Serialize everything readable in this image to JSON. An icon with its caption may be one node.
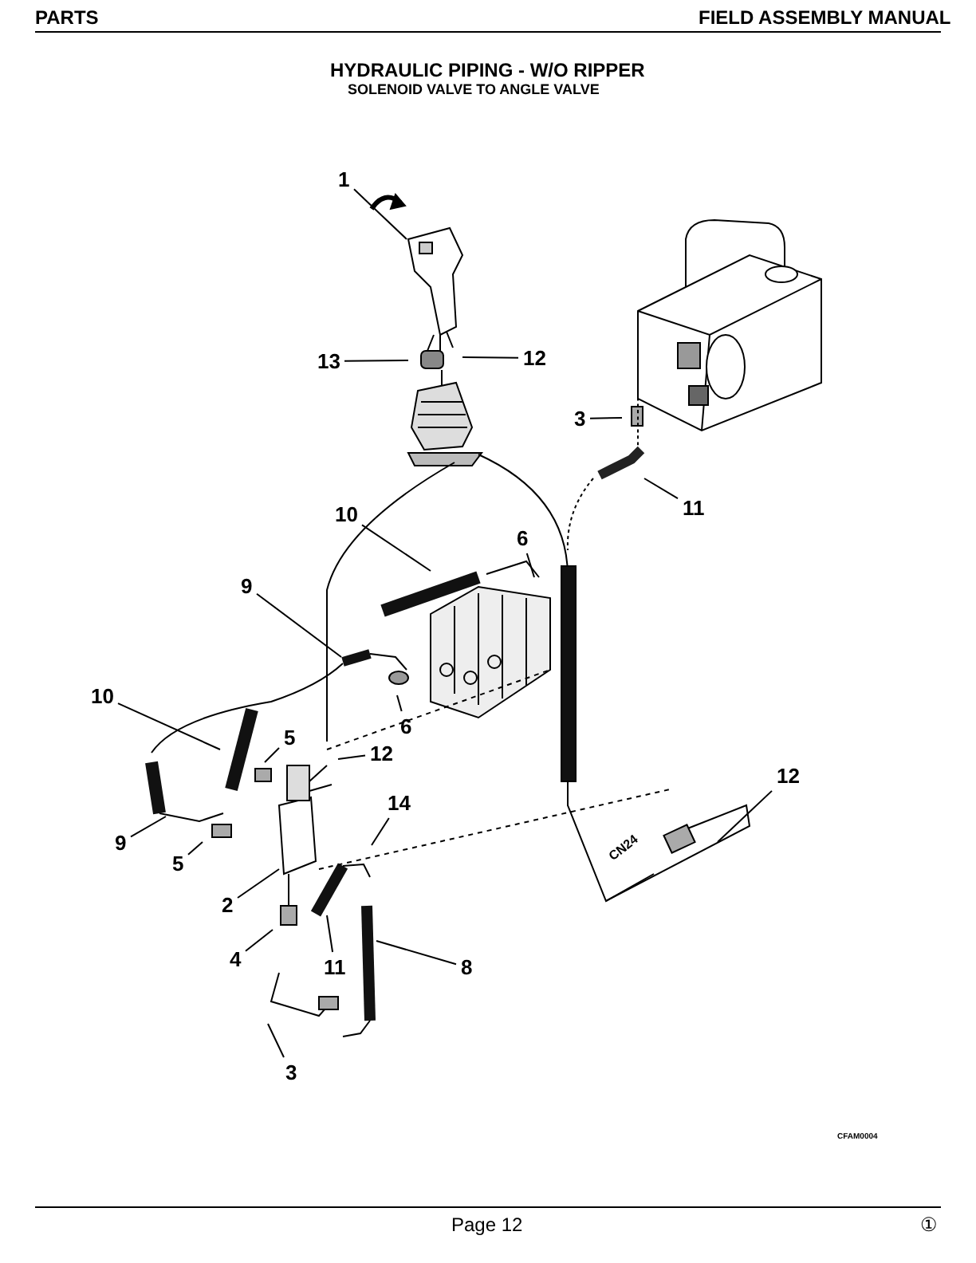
{
  "diagram": {
    "title": "HYDRAULIC PIPING - W/O RIPPER",
    "nodes": [
      {
        "text": [
          "1"
        ]
      },
      {
        "text": [
          "13"
        ]
      },
      {
        "text": [
          "12"
        ]
      },
      {
        "text": [
          "3"
        ]
      },
      {
        "text": [
          "11"
        ]
      },
      {
        "text": [
          "10"
        ]
      },
      {
        "text": [
          "6"
        ]
      },
      {
        "text": [
          "9"
        ]
      },
      {
        "text": [
          "10"
        ]
      },
      {
        "text": [
          "6"
        ]
      },
      {
        "text": [
          "5"
        ]
      },
      {
        "text": [
          "12"
        ]
      },
      {
        "text": [
          "12"
        ]
      },
      {
        "text": [
          "14"
        ]
      },
      {
        "text": [
          "9"
        ]
      },
      {
        "text": [
          "5"
        ]
      },
      {
        "text": [
          "2"
        ]
      },
      {
        "text": [
          "4"
        ]
      },
      {
        "text": [
          "11"
        ]
      },
      {
        "text": [
          "8"
        ]
      },
      {
        "text": [
          "3"
        ]
      }
    ],
    "edges": [
      {
        "from": 0,
        "to": null,
        "arrow": "none"
      },
      {
        "from": 1,
        "to": null,
        "arrow": "none"
      },
      {
        "from": 2,
        "to": null,
        "arrow": "none"
      },
      {
        "from": 3,
        "to": null,
        "arrow": "none"
      },
      {
        "from": 4,
        "to": null,
        "arrow": "none"
      },
      {
        "from": 5,
        "to": null,
        "arrow": "none"
      },
      {
        "from": 6,
        "to": null,
        "arrow": "none"
      },
      {
        "from": 7,
        "to": null,
        "arrow": "none"
      },
      {
        "from": 8,
        "to": null,
        "arrow": "none"
      },
      {
        "from": 9,
        "to": null,
        "arrow": "none"
      },
      {
        "from": 10,
        "to": null,
        "arrow": "none"
      },
      {
        "from": 11,
        "to": null,
        "arrow": "none"
      },
      {
        "from": 12,
        "to": null,
        "arrow": "none"
      },
      {
        "from": 13,
        "to": null,
        "arrow": "none"
      },
      {
        "from": 14,
        "to": null,
        "arrow": "none"
      },
      {
        "from": 15,
        "to": null,
        "arrow": "none"
      },
      {
        "from": 16,
        "to": null,
        "arrow": "none"
      },
      {
        "from": 17,
        "to": null,
        "arrow": "none"
      },
      {
        "from": 18,
        "to": null,
        "arrow": "none"
      },
      {
        "from": 19,
        "to": null,
        "arrow": "none"
      },
      {
        "from": 20,
        "to": null,
        "arrow": "none"
      }
    ],
    "labels": [
      "PARTS",
      "FIELD ASSEMBLY MANUAL",
      "SOLENOID VALVE TO ANGLE VALVE",
      "CN24",
      "CFAM0004",
      "Page 12",
      "①"
    ]
  }
}
